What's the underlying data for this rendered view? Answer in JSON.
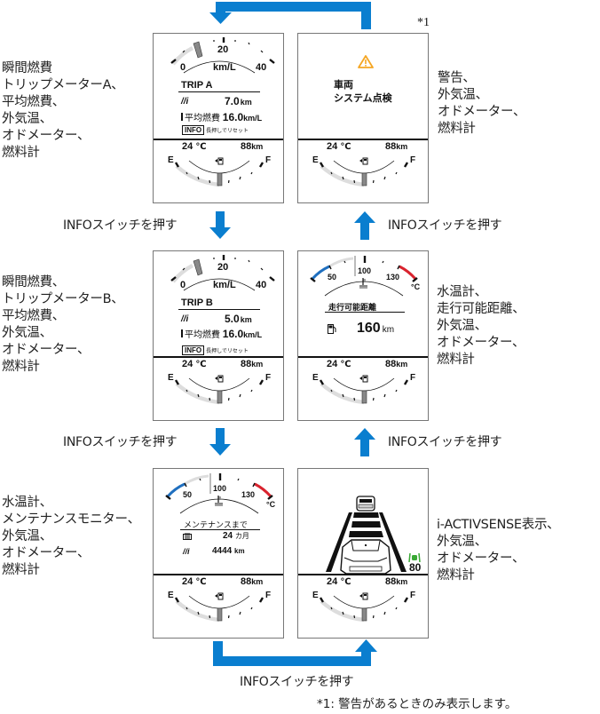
{
  "footnote_marker": "*1",
  "footnote": "*1: 警告があるときのみ表示します。",
  "step_label": "INFOスイッチを押す",
  "colors": {
    "arrow_blue": "#0a7ecf",
    "warning_orange": "#f5a623",
    "cold_blue": "#1f6fbf",
    "hot_red": "#d9232e",
    "assist_green": "#3aa935"
  },
  "common": {
    "outside_temp": "24",
    "temp_unit": "℃",
    "odometer": "88",
    "odo_unit": "km",
    "fuel_empty": "E",
    "fuel_full": "F"
  },
  "fuel_economy_gauge": {
    "min": "0",
    "mid": "20",
    "max": "40",
    "unit": "km/L"
  },
  "water_temp_gauge": {
    "low": "50",
    "mid": "100",
    "high": "130",
    "unit": "°C"
  },
  "panels": {
    "trip_a": {
      "description": [
        "瞬間燃費",
        "トリップメーターA、",
        "平均燃費、",
        "外気温、",
        "オドメーター、",
        "燃料計"
      ],
      "title": "TRIP A",
      "trip_value": "7.0",
      "trip_unit": "km",
      "avg_label": "平均燃費",
      "avg_value": "16.0",
      "avg_unit": "km/L",
      "info_button": "INFO",
      "reset_hint": "長押しでリセット"
    },
    "warning": {
      "description": [
        "警告、",
        "外気温、",
        "オドメーター、",
        "燃料計"
      ],
      "line1": "車両",
      "line2": "システム点検"
    },
    "trip_b": {
      "description": [
        "瞬間燃費、",
        "トリップメーターB、",
        "平均燃費、",
        "外気温、",
        "オドメーター、",
        "燃料計"
      ],
      "title": "TRIP B",
      "trip_value": "5.0",
      "trip_unit": "km",
      "avg_label": "平均燃費",
      "avg_value": "16.0",
      "avg_unit": "km/L",
      "info_button": "INFO",
      "reset_hint": "長押しでリセット"
    },
    "range": {
      "description": [
        "水温計、",
        "走行可能距離、",
        "外気温、",
        "オドメーター、",
        "燃料計"
      ],
      "title": "走行可能距離",
      "value": "160",
      "unit": "km"
    },
    "maintenance": {
      "description": [
        "水温計、",
        "メンテナンスモニター、",
        "外気温、",
        "オドメーター、",
        "燃料計"
      ],
      "title": "メンテナンスまで",
      "months_value": "24",
      "months_unit": "カ月",
      "km_value": "4444",
      "km_unit": "km"
    },
    "iactivsense": {
      "description": [
        "i-ACTIVSENSE表示、",
        "外気温、",
        "オドメーター、",
        "燃料計"
      ],
      "set_speed": "80"
    }
  }
}
